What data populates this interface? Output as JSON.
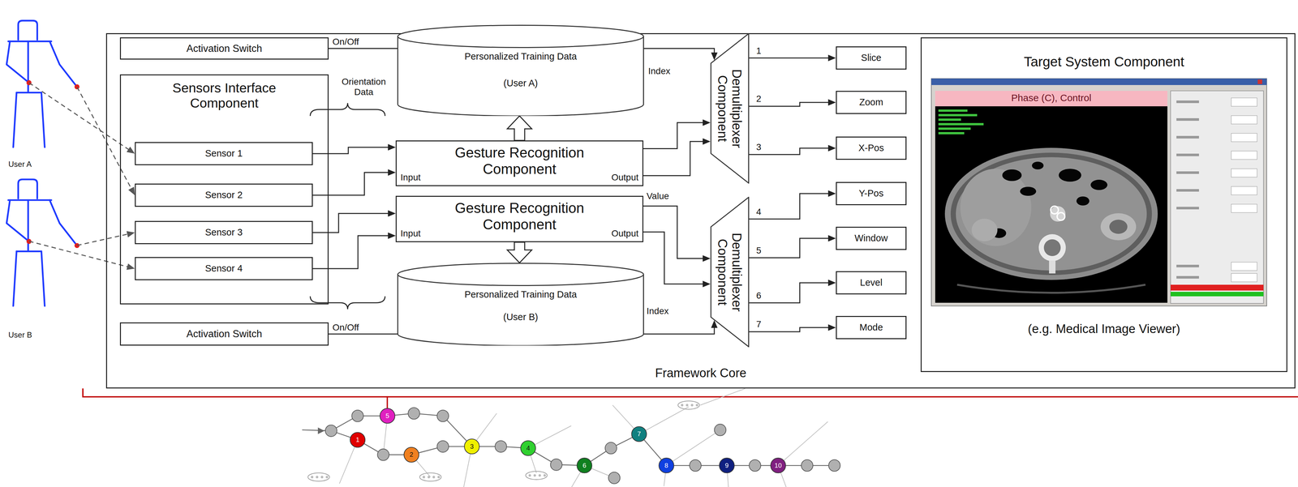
{
  "diagram": {
    "nodes": [
      {
        "text": [
          "User A"
        ]
      },
      {
        "text": [
          "User B"
        ]
      },
      {
        "text": [
          "Framework Core"
        ]
      },
      {
        "text": [
          "Activation Switch"
        ],
        "in": 2
      },
      {
        "text": [
          "Sensors Interface Component"
        ],
        "in": 2
      },
      {
        "text": [
          "Sensor 1"
        ],
        "in": 4
      },
      {
        "text": [
          "Sensor 2"
        ],
        "in": 4
      },
      {
        "text": [
          "Sensor 3"
        ],
        "in": 4
      },
      {
        "text": [
          "Sensor 4"
        ],
        "in": 4
      },
      {
        "text": [
          "Activation Switch"
        ],
        "in": 2
      },
      {
        "text": [
          "Personalized Training Data",
          "(User A)"
        ],
        "in": 2
      },
      {
        "text": [
          "Gesture Recognition Component",
          "Input",
          "Output"
        ],
        "in": 2
      },
      {
        "text": [
          "Gesture Recognition Component",
          "Input",
          "Output"
        ],
        "in": 2
      },
      {
        "text": [
          "Personalized Training Data",
          "(User B)"
        ],
        "in": 2
      },
      {
        "text": [
          "Demultiplexer Component"
        ],
        "in": 2
      },
      {
        "text": [
          "Demultiplexer Component"
        ],
        "in": 2
      },
      {
        "text": [
          "Slice"
        ],
        "in": 2
      },
      {
        "text": [
          "Zoom"
        ],
        "in": 2
      },
      {
        "text": [
          "X-Pos"
        ],
        "in": 2
      },
      {
        "text": [
          "Y-Pos"
        ],
        "in": 2
      },
      {
        "text": [
          "Window"
        ],
        "in": 2
      },
      {
        "text": [
          "Level"
        ],
        "in": 2
      },
      {
        "text": [
          "Mode"
        ],
        "in": 2
      },
      {
        "text": [
          "Target System Component",
          "(e.g. Medical Image Viewer)"
        ],
        "in": 2
      }
    ],
    "edges": [
      {
        "from": 0,
        "to": 5,
        "arrow": "to"
      },
      {
        "from": 0,
        "to": 6,
        "arrow": "to"
      },
      {
        "from": 1,
        "to": 7,
        "arrow": "to"
      },
      {
        "from": 1,
        "to": 8,
        "arrow": "to"
      },
      {
        "from": 3,
        "to": 14,
        "arrow": "to",
        "label": "On/Off"
      },
      {
        "from": 9,
        "to": 15,
        "arrow": "to",
        "label": "On/Off"
      },
      {
        "from": 5,
        "to": 11,
        "arrow": "to"
      },
      {
        "from": 6,
        "to": 11,
        "arrow": "to"
      },
      {
        "from": 7,
        "to": 12,
        "arrow": "to"
      },
      {
        "from": 8,
        "to": 12,
        "arrow": "to"
      },
      {
        "from": 11,
        "to": 10,
        "arrow": "to"
      },
      {
        "from": 12,
        "to": 13,
        "arrow": "to"
      },
      {
        "from": 11,
        "to": 14,
        "arrow": "to"
      },
      {
        "from": 11,
        "to": 14,
        "arrow": "to"
      },
      {
        "from": 12,
        "to": 15,
        "arrow": "to"
      },
      {
        "from": 12,
        "to": 15,
        "arrow": "to"
      },
      {
        "from": 14,
        "to": 16,
        "arrow": "to",
        "label": "1"
      },
      {
        "from": 14,
        "to": 17,
        "arrow": "to",
        "label": "2"
      },
      {
        "from": 14,
        "to": 18,
        "arrow": "to",
        "label": "3"
      },
      {
        "from": 15,
        "to": 19,
        "arrow": "to",
        "label": "4"
      },
      {
        "from": 15,
        "to": 20,
        "arrow": "to",
        "label": "5"
      },
      {
        "from": 15,
        "to": 21,
        "arrow": "to",
        "label": "6"
      },
      {
        "from": 15,
        "to": 22,
        "arrow": "to",
        "label": "7"
      }
    ],
    "labels": [
      "Orientation Data",
      "Index",
      "Value",
      "Index",
      "Phase (C), Control",
      "1",
      "2",
      "3",
      "4",
      "5",
      "6",
      "7",
      "8",
      "9",
      "10"
    ]
  }
}
